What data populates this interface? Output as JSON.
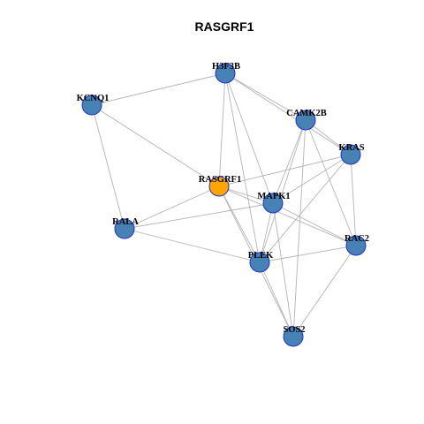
{
  "title": "RASGRF1",
  "colors": {
    "node_default": "#4682b4",
    "node_focus": "#ffa500",
    "node_border": "#1f2fd0",
    "edge": "#b3b3b3"
  },
  "focus_node": "RASGRF1",
  "nodes": [
    {
      "id": "H3F3B",
      "label": "H3F3B"
    },
    {
      "id": "KCNQ1",
      "label": "KCNQ1"
    },
    {
      "id": "CAMK2B",
      "label": "CAMK2B"
    },
    {
      "id": "KRAS",
      "label": "KRAS"
    },
    {
      "id": "RASGRF1",
      "label": "RASGRF1"
    },
    {
      "id": "MAPK1",
      "label": "MAPK1"
    },
    {
      "id": "RALA",
      "label": "RALA"
    },
    {
      "id": "RAC2",
      "label": "RAC2"
    },
    {
      "id": "PLEK",
      "label": "PLEK"
    },
    {
      "id": "SOS2",
      "label": "SOS2"
    }
  ],
  "edges": [
    [
      "KCNQ1",
      "H3F3B"
    ],
    [
      "KCNQ1",
      "RASGRF1"
    ],
    [
      "KCNQ1",
      "RALA"
    ],
    [
      "H3F3B",
      "CAMK2B"
    ],
    [
      "H3F3B",
      "KRAS"
    ],
    [
      "H3F3B",
      "RASGRF1"
    ],
    [
      "H3F3B",
      "MAPK1"
    ],
    [
      "H3F3B",
      "PLEK"
    ],
    [
      "CAMK2B",
      "KRAS"
    ],
    [
      "CAMK2B",
      "MAPK1"
    ],
    [
      "CAMK2B",
      "PLEK"
    ],
    [
      "CAMK2B",
      "RAC2"
    ],
    [
      "CAMK2B",
      "SOS2"
    ],
    [
      "KRAS",
      "RASGRF1"
    ],
    [
      "KRAS",
      "MAPK1"
    ],
    [
      "KRAS",
      "RAC2"
    ],
    [
      "KRAS",
      "PLEK"
    ],
    [
      "RASGRF1",
      "RALA"
    ],
    [
      "RASGRF1",
      "MAPK1"
    ],
    [
      "RASGRF1",
      "PLEK"
    ],
    [
      "RASGRF1",
      "RAC2"
    ],
    [
      "RASGRF1",
      "SOS2"
    ],
    [
      "MAPK1",
      "RALA"
    ],
    [
      "MAPK1",
      "RAC2"
    ],
    [
      "MAPK1",
      "PLEK"
    ],
    [
      "MAPK1",
      "SOS2"
    ],
    [
      "RALA",
      "PLEK"
    ],
    [
      "PLEK",
      "RAC2"
    ],
    [
      "PLEK",
      "SOS2"
    ],
    [
      "RAC2",
      "SOS2"
    ]
  ]
}
